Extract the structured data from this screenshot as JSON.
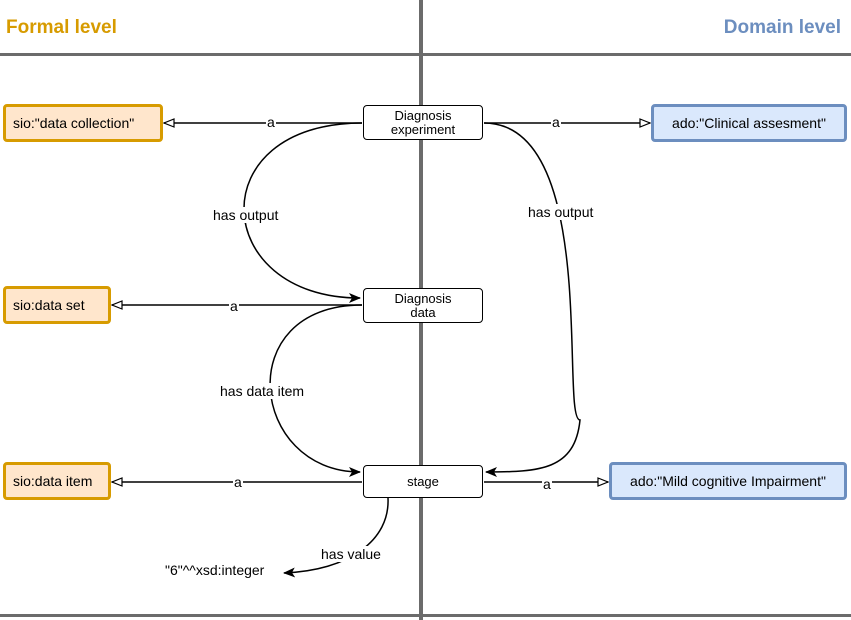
{
  "headers": {
    "formal": "Formal level",
    "domain": "Domain level"
  },
  "colors": {
    "formal_text": "#d79b00",
    "formal_fill": "#ffe6cc",
    "formal_border": "#d79b00",
    "domain_text": "#6c8ebf",
    "domain_fill": "#dae8fc",
    "domain_border": "#6c8ebf",
    "frame": "#6b6b6b"
  },
  "nodes": {
    "diagnosis_experiment": "Diagnosis\nexperiment",
    "diagnosis_data": "Diagnosis\ndata",
    "stage": "stage",
    "sio_data_collection": "sio:\"data collection\"",
    "sio_data_set": "sio:data set",
    "sio_data_item": "sio:data item",
    "ado_clinical": "ado:\"Clinical assesment\"",
    "ado_mci": "ado:\"Mild cognitive Impairment\""
  },
  "edge_labels": {
    "a": "a",
    "has_output": "has output",
    "has_data_item": "has data item",
    "has_value": "has value"
  },
  "literal": "\"6\"^^xsd:integer"
}
